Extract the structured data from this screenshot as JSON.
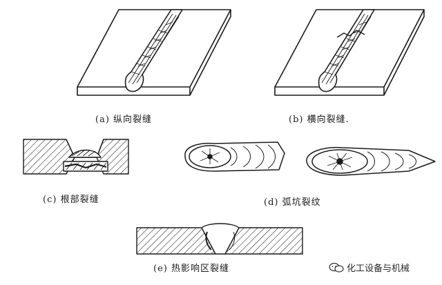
{
  "figures": [
    {
      "id": "a",
      "label": "(a)",
      "caption": "纵向裂缝"
    },
    {
      "id": "b",
      "label": "(b)",
      "caption": "横向裂缝."
    },
    {
      "id": "c",
      "label": "(c)",
      "caption": "根部裂缝"
    },
    {
      "id": "d",
      "label": "(d)",
      "caption": "弧坑裂纹"
    },
    {
      "id": "e",
      "label": "(e)",
      "caption": "热影响区裂缝"
    }
  ],
  "watermark": {
    "text": "化工设备与机械",
    "icon": "wechat-icon"
  },
  "colors": {
    "ink": "#1a1a1a",
    "paper": "#ffffff"
  }
}
